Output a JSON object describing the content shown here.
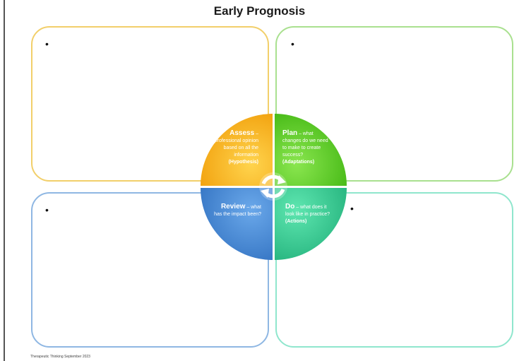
{
  "title": "Early Prognosis",
  "footer": "Therapeutic Thinking September 2023",
  "boxes": {
    "top_left": {
      "bullet": "•",
      "color": "#f2cf6a"
    },
    "top_right": {
      "bullet": "•",
      "color": "#a9e08f"
    },
    "bottom_left": {
      "bullet": "•",
      "color": "#8fb7e3"
    },
    "bottom_right": {
      "bullet": "•",
      "color": "#8fe6cd"
    }
  },
  "wheel": {
    "center_icon": "refresh-cycle-icon",
    "quadrants": {
      "assess": {
        "heading": "Assess",
        "text": "– professional opinion based on all the information",
        "keyword": "(Hypothesis)",
        "color": "#f3a712"
      },
      "plan": {
        "heading": "Plan",
        "text": "– what changes do we need to make to create success?",
        "keyword": "(Adaptations)",
        "color": "#55c61e"
      },
      "review": {
        "heading": "Review",
        "text": "– what has the impact been?",
        "keyword": "",
        "color": "#3d82cf"
      },
      "do": {
        "heading": "Do",
        "text": "– what does it look like in practice?",
        "keyword": "(Actions)",
        "color": "#2cc98b"
      }
    }
  }
}
